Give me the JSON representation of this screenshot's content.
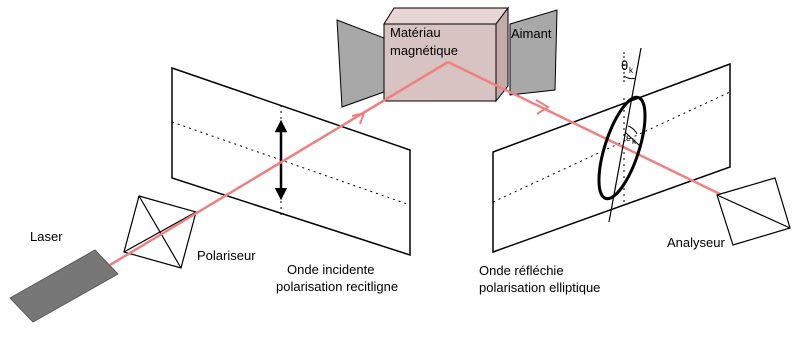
{
  "labels": {
    "laser": "Laser",
    "polariseur": "Polariseur",
    "onde_incidente_1": "Onde incidente",
    "onde_incidente_2": "polarisation recitligne",
    "materiau_1": "Matériau",
    "materiau_2": "magnétique",
    "aimant": "Aimant",
    "onde_reflechie_1": "Onde réfléchie",
    "onde_reflechie_2": "polarisation elliptique",
    "analyseur": "Analyseur",
    "theta": "θ",
    "theta_sub": "k",
    "epsilon": "ε",
    "epsilon_sub": "k"
  },
  "colors": {
    "beam": "#f08080",
    "laser_body": "#777777",
    "magnet": "#a8a8a8",
    "material_front": "#d8c3c3",
    "material_top": "#e6d6d6",
    "material_side": "#c4aaaa",
    "outline": "#000000"
  }
}
